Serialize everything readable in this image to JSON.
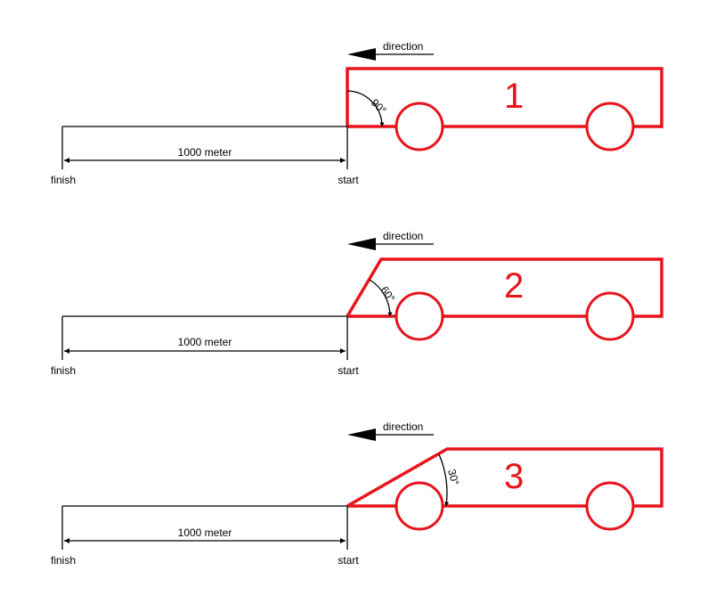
{
  "colors": {
    "car": "#e8141b",
    "line": "#000000",
    "background": "#ffffff"
  },
  "scenarios": [
    {
      "number": "1",
      "direction_label": "direction",
      "angle_label": "90°",
      "distance_label": "1000 meter",
      "finish_label": "finish",
      "start_label": "start",
      "front_angle_deg": 90
    },
    {
      "number": "2",
      "direction_label": "direction",
      "angle_label": "60°",
      "distance_label": "1000 meter",
      "finish_label": "finish",
      "start_label": "start",
      "front_angle_deg": 60
    },
    {
      "number": "3",
      "direction_label": "direction",
      "angle_label": "30°",
      "distance_label": "1000 meter",
      "finish_label": "finish",
      "start_label": "start",
      "front_angle_deg": 30
    }
  ]
}
